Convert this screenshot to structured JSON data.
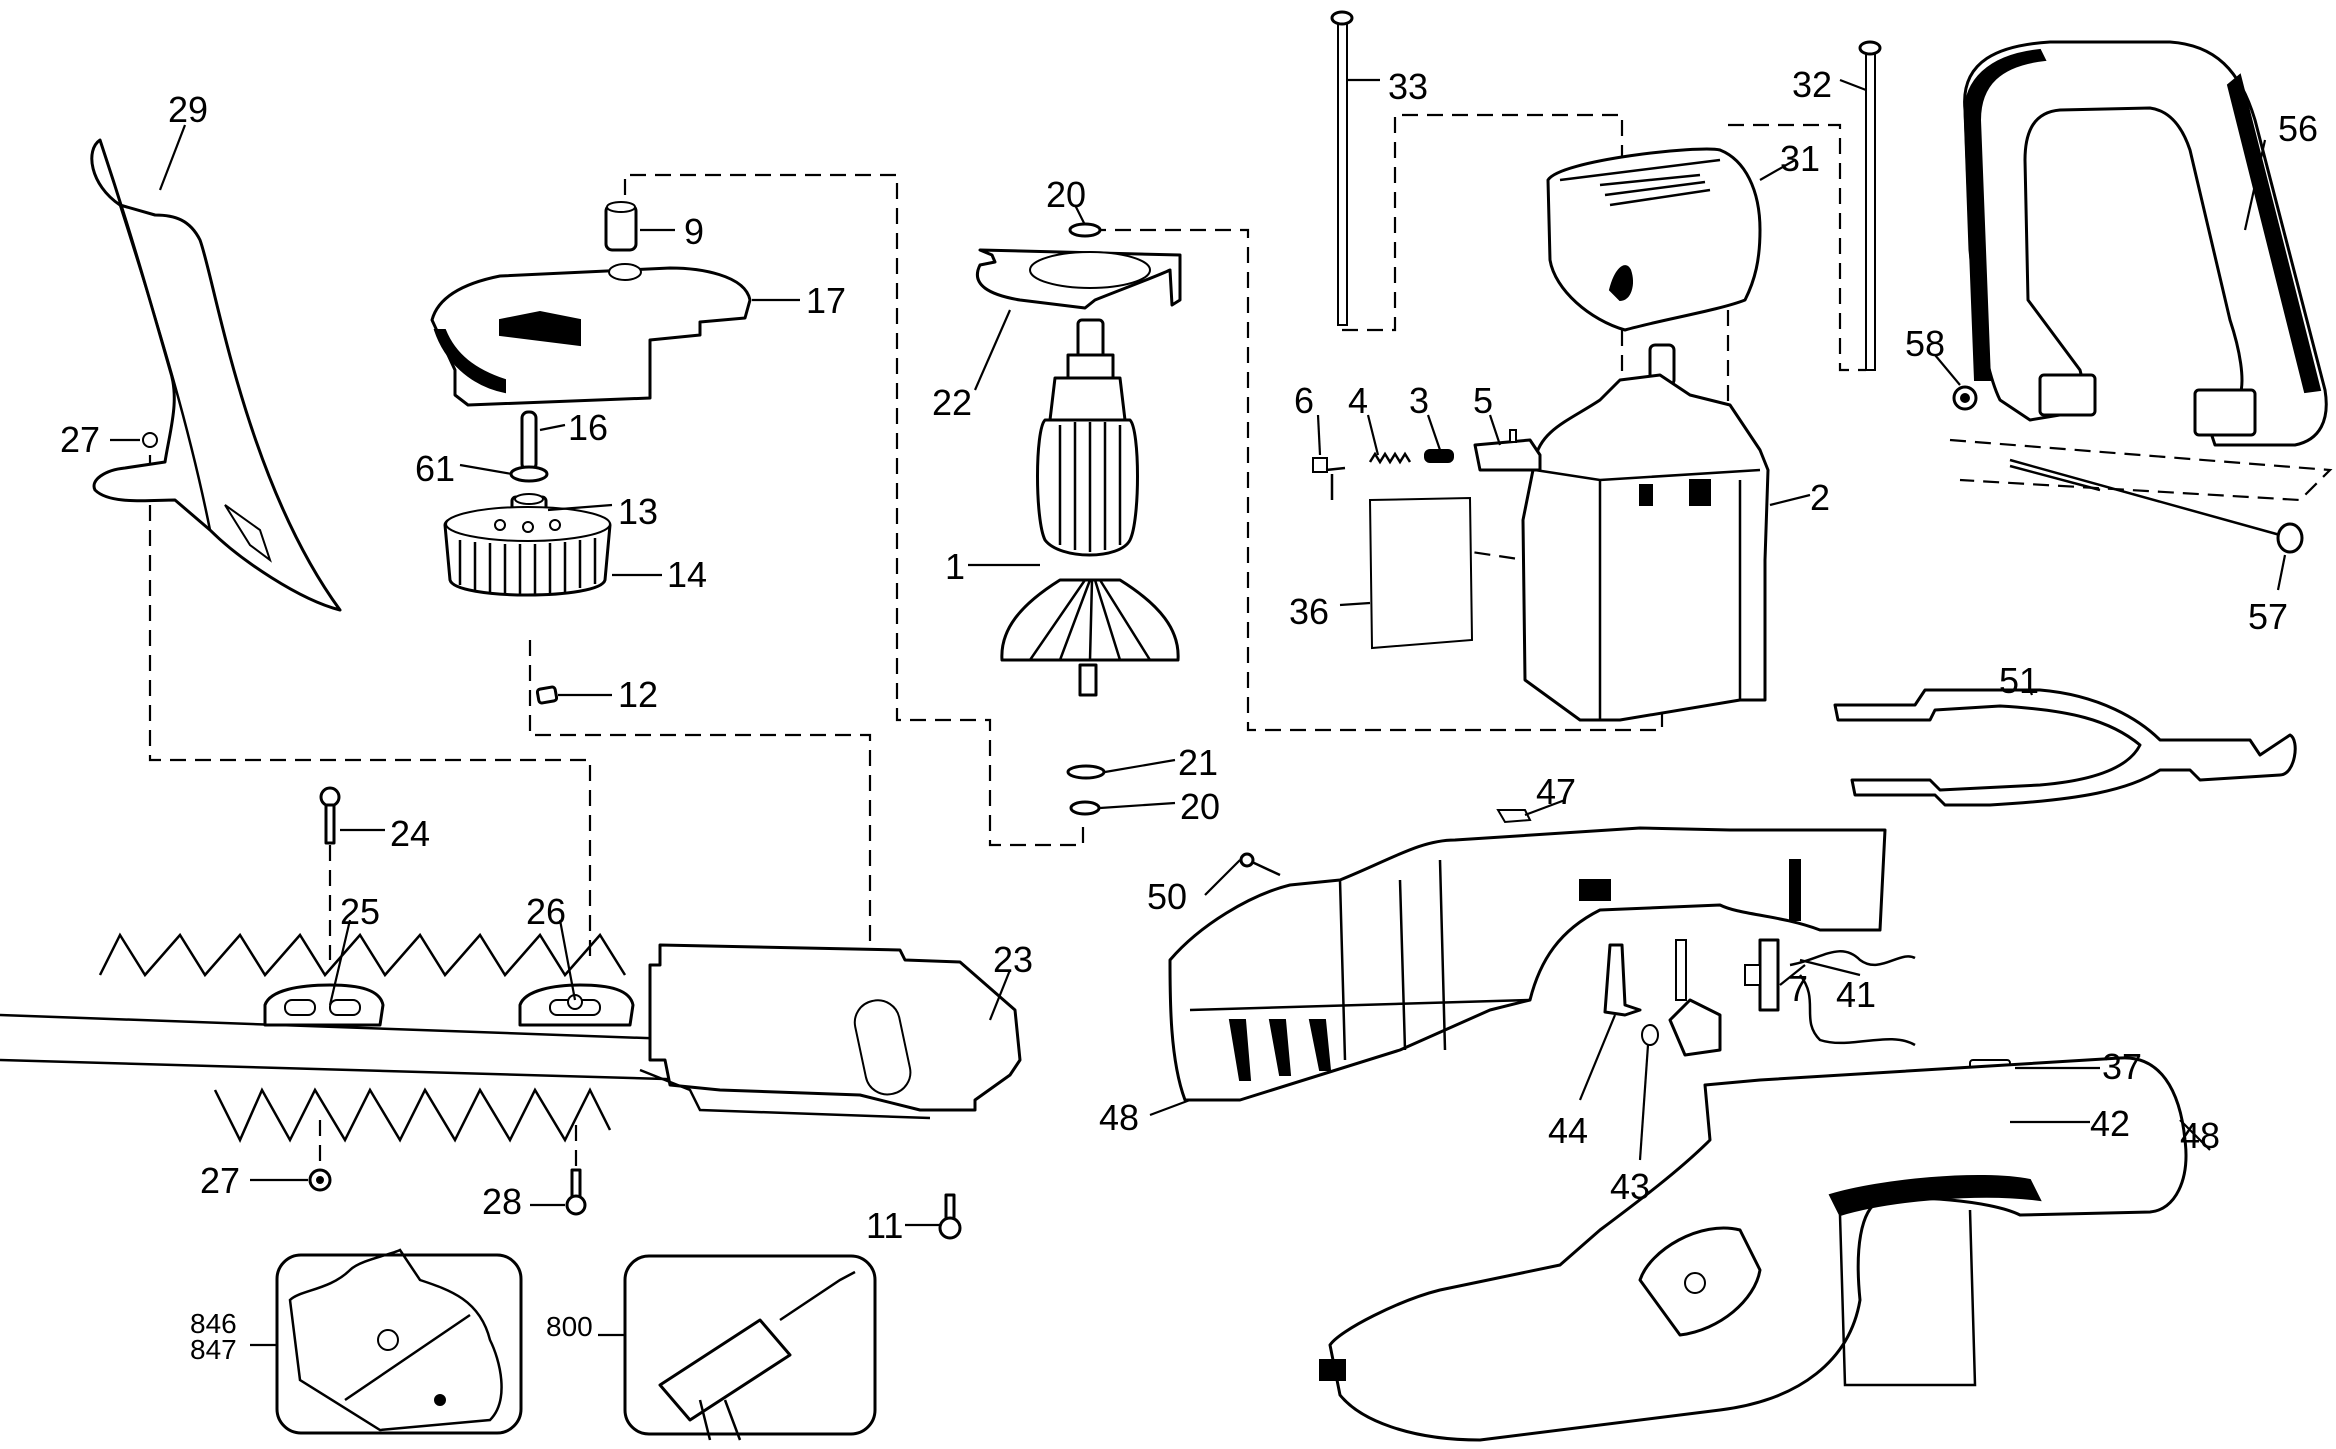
{
  "diagram": {
    "type": "exploded-parts-diagram",
    "subject": "Electric hedge trimmer",
    "callouts": {
      "c29": "29",
      "c27_top": "27",
      "c9": "9",
      "c17": "17",
      "c16": "16",
      "c61": "61",
      "c13": "13",
      "c14": "14",
      "c12": "12",
      "c20_top": "20",
      "c22": "22",
      "c1": "1",
      "c21": "21",
      "c20_bottom": "20",
      "c24": "24",
      "c25": "25",
      "c26": "26",
      "c23": "23",
      "c27_bottom": "27",
      "c28": "28",
      "c11": "11",
      "c846": "846",
      "c847": "847",
      "c800": "800",
      "c33": "33",
      "c32": "32",
      "c31": "31",
      "c56": "56",
      "c6": "6",
      "c4": "4",
      "c3": "3",
      "c5": "5",
      "c2": "2",
      "c36": "36",
      "c58": "58",
      "c57": "57",
      "c51": "51",
      "c47": "47",
      "c50": "50",
      "c7": "7",
      "c41": "41",
      "c37": "37",
      "c42": "42",
      "c44": "44",
      "c43": "43",
      "c48_left": "48",
      "c48_right": "48"
    }
  }
}
